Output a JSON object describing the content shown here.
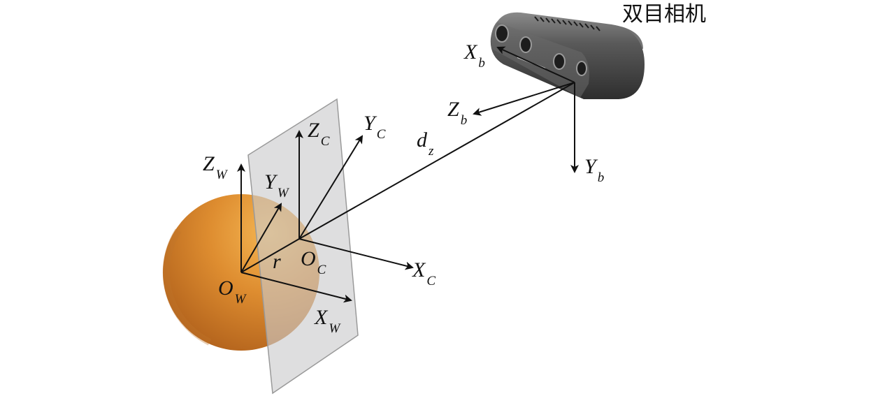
{
  "camera": {
    "title": "双目相机",
    "axes": {
      "x": {
        "letter": "X",
        "sub": "b"
      },
      "y": {
        "letter": "Y",
        "sub": "b"
      },
      "z": {
        "letter": "Z",
        "sub": "b"
      }
    }
  },
  "distance": {
    "letter": "d",
    "sub": "z"
  },
  "radius": {
    "letter": "r"
  },
  "world_frame": {
    "origin": {
      "letter": "O",
      "sub": "W"
    },
    "axes": {
      "x": {
        "letter": "X",
        "sub": "W"
      },
      "y": {
        "letter": "Y",
        "sub": "W"
      },
      "z": {
        "letter": "Z",
        "sub": "W"
      }
    }
  },
  "camera_plane_frame": {
    "origin": {
      "letter": "O",
      "sub": "C"
    },
    "axes": {
      "x": {
        "letter": "X",
        "sub": "C"
      },
      "y": {
        "letter": "Y",
        "sub": "C"
      },
      "z": {
        "letter": "Z",
        "sub": "C"
      }
    }
  },
  "colors": {
    "sphere": "#d8872a",
    "plane": "#c9c9cc",
    "camera_body": "#555555",
    "axes": "#111111"
  }
}
